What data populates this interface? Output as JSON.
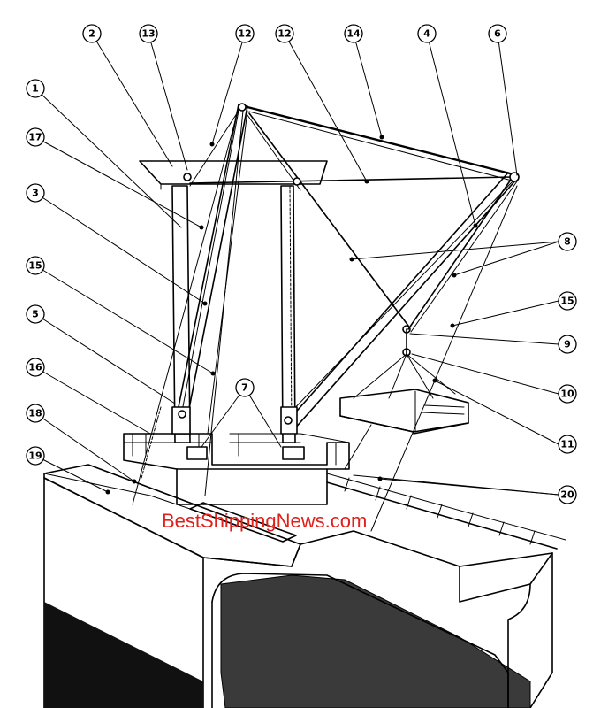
{
  "watermark": "BestShippingNews.com",
  "callouts": [
    {
      "id": "c2",
      "label": "2"
    },
    {
      "id": "c13",
      "label": "13"
    },
    {
      "id": "c12a",
      "label": "12"
    },
    {
      "id": "c12b",
      "label": "12"
    },
    {
      "id": "c14",
      "label": "14"
    },
    {
      "id": "c4",
      "label": "4"
    },
    {
      "id": "c6",
      "label": "6"
    },
    {
      "id": "c1",
      "label": "1"
    },
    {
      "id": "c17",
      "label": "17"
    },
    {
      "id": "c3",
      "label": "3"
    },
    {
      "id": "c15a",
      "label": "15"
    },
    {
      "id": "c8",
      "label": "8"
    },
    {
      "id": "c15b",
      "label": "15"
    },
    {
      "id": "c5",
      "label": "5"
    },
    {
      "id": "c9",
      "label": "9"
    },
    {
      "id": "c7",
      "label": "7"
    },
    {
      "id": "c16",
      "label": "16"
    },
    {
      "id": "c10",
      "label": "10"
    },
    {
      "id": "c18",
      "label": "18"
    },
    {
      "id": "c11",
      "label": "11"
    },
    {
      "id": "c19",
      "label": "19"
    },
    {
      "id": "c20",
      "label": "20"
    }
  ]
}
